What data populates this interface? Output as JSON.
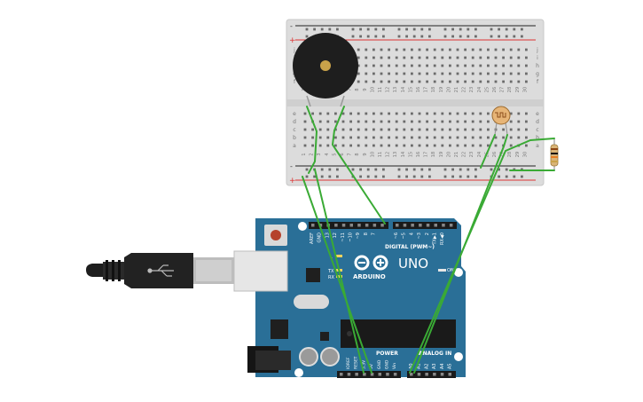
{
  "board": {
    "name": "UNO",
    "brand": "ARDUINO",
    "logo_symbol": "∞",
    "digital_label": "DIGITAL (PWM~)",
    "analog_label": "ANALOG IN",
    "power_label": "POWER",
    "on_label": "ON",
    "l_label": "L",
    "tx_label": "TX",
    "rx_label": "RX",
    "digital_pins": [
      "AREF",
      "GND",
      "13",
      "12",
      "~11",
      "~10",
      "~9",
      "8",
      "7",
      "~6",
      "~5",
      "4",
      "~3",
      "2",
      "TX▶1",
      "RX◀0"
    ],
    "power_pins": [
      "IOREF",
      "RESET",
      "3.3V",
      "5V",
      "GND",
      "GND",
      "Vin"
    ],
    "analog_pins": [
      "A0",
      "A1",
      "A2",
      "A3",
      "A4",
      "A5"
    ],
    "color": "#2a6f97"
  },
  "breadboard": {
    "columns": [
      "1",
      "2",
      "3",
      "4",
      "5",
      "6",
      "7",
      "8",
      "9",
      "10",
      "11",
      "12",
      "13",
      "14",
      "15",
      "16",
      "17",
      "18",
      "19",
      "20",
      "21",
      "22",
      "23",
      "24",
      "25",
      "26",
      "27",
      "28",
      "29",
      "30"
    ],
    "rows_top": [
      "j",
      "i",
      "h",
      "g",
      "f"
    ],
    "rows_bottom": [
      "e",
      "d",
      "c",
      "b",
      "a"
    ],
    "rail_minus": "-",
    "rail_plus": "+"
  },
  "wires": {
    "color": "#3aaa35"
  },
  "components": [
    "buzzer",
    "photoresistor",
    "resistor",
    "usb-cable"
  ]
}
